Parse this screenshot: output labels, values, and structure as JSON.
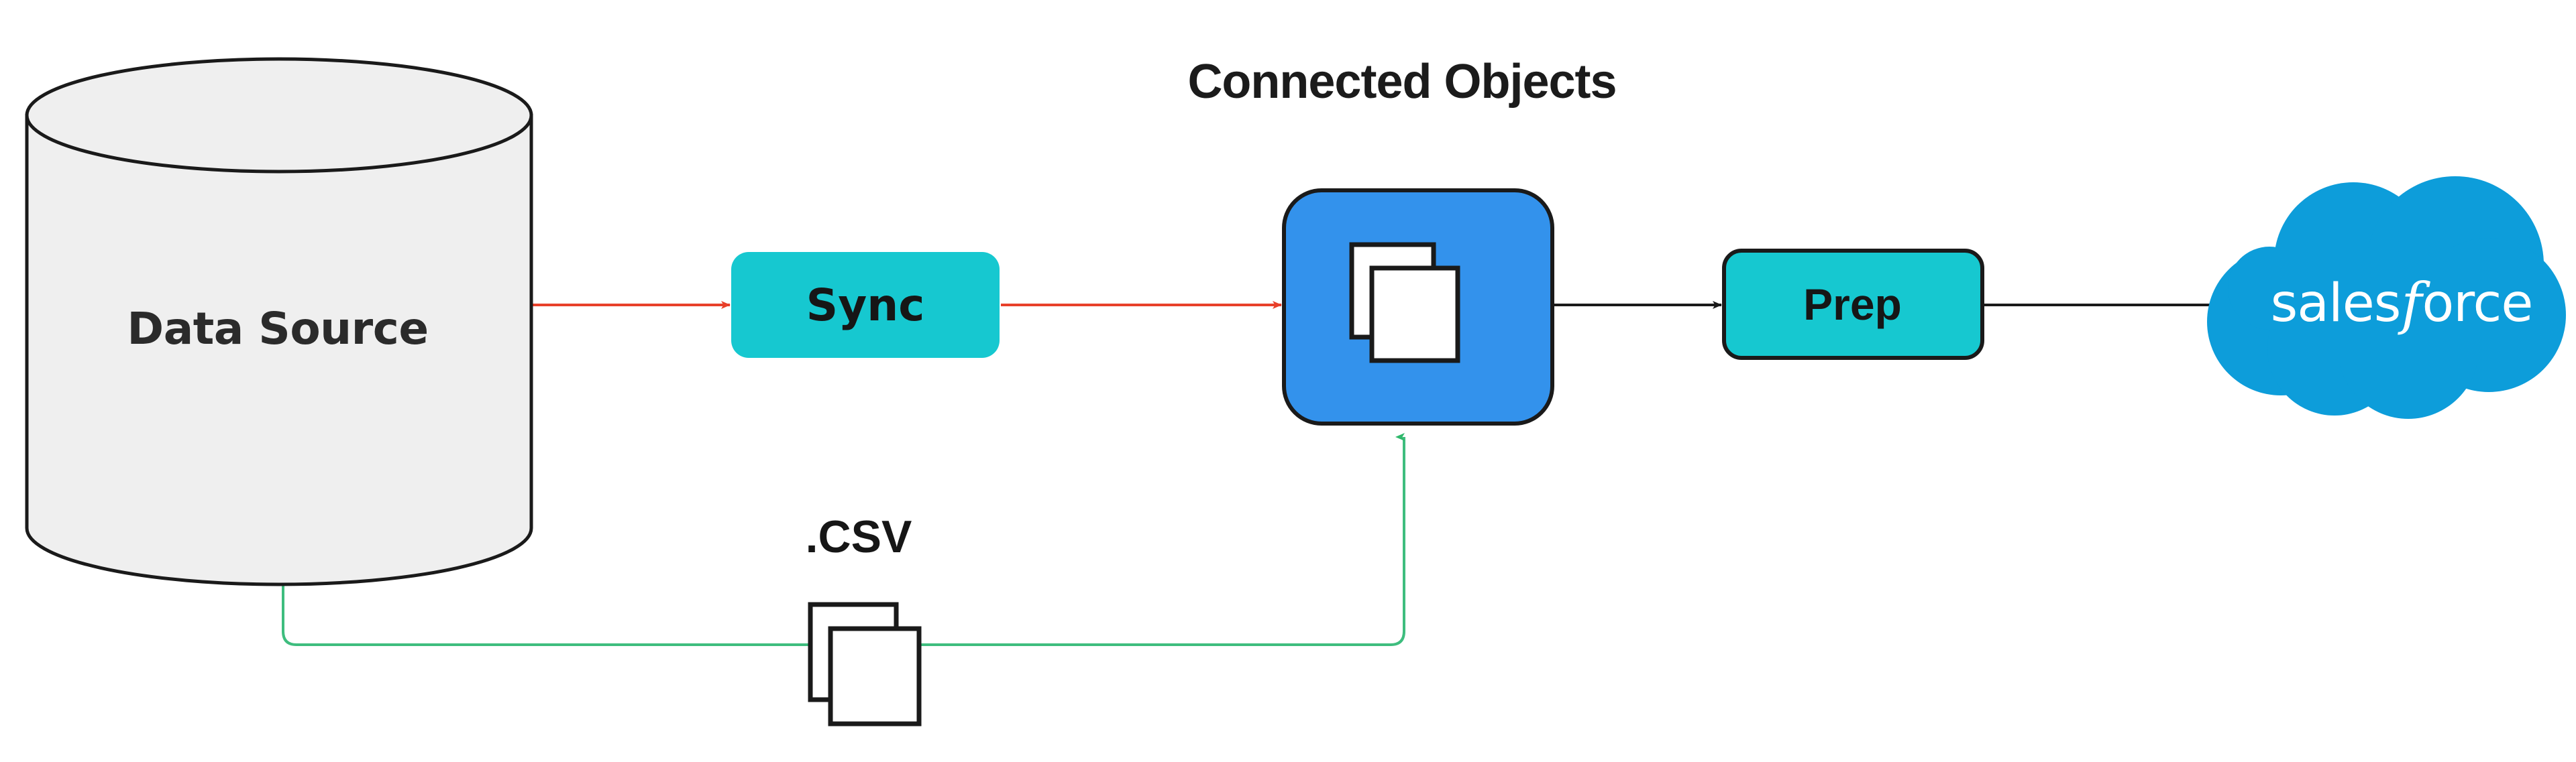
{
  "diagram": {
    "title": "Connected Objects",
    "background_color": "#ffffff",
    "nodes": {
      "data_source": {
        "label": "Data Source",
        "shape": "cylinder",
        "fill": "#EFEFEF",
        "stroke": "#1a1a1a"
      },
      "sync": {
        "label": "Sync",
        "shape": "rounded-rect",
        "fill": "#16C8D0",
        "stroke": "none"
      },
      "connected_objects": {
        "label": "Connected Objects",
        "icon": "stacked-documents-icon",
        "shape": "rounded-square",
        "fill": "#3392EC",
        "stroke": "#1a1a1a"
      },
      "prep": {
        "label": "Prep",
        "shape": "rounded-rect",
        "fill": "#16C8D0",
        "stroke": "#1a1a1a"
      },
      "salesforce": {
        "label": "salesforce",
        "label_prefix": "sales",
        "label_italic": "f",
        "label_suffix": "orce",
        "shape": "cloud",
        "fill": "#0D9DDA"
      },
      "csv_files": {
        "label": ".CSV",
        "icon": "stacked-documents-icon",
        "fill": "#ffffff",
        "stroke": "#1a1a1a"
      }
    },
    "edges": [
      {
        "name": "data-source-to-sync",
        "from": "data_source",
        "to": "sync",
        "color": "#E8402A",
        "style": "solid",
        "arrow": "end"
      },
      {
        "name": "sync-to-connected-objects",
        "from": "sync",
        "to": "connected_objects",
        "color": "#E8402A",
        "style": "solid",
        "arrow": "end"
      },
      {
        "name": "connected-objects-to-prep",
        "from": "connected_objects",
        "to": "prep",
        "color": "#1a1a1a",
        "style": "solid",
        "arrow": "end"
      },
      {
        "name": "prep-to-salesforce",
        "from": "prep",
        "to": "salesforce",
        "color": "#1a1a1a",
        "style": "solid",
        "arrow": "end"
      },
      {
        "name": "data-source-to-connected-objects-csv",
        "from": "data_source",
        "to": "connected_objects",
        "label": ".CSV",
        "color": "#3EBD7E",
        "style": "solid-orthogonal",
        "arrow": "end"
      }
    ]
  }
}
